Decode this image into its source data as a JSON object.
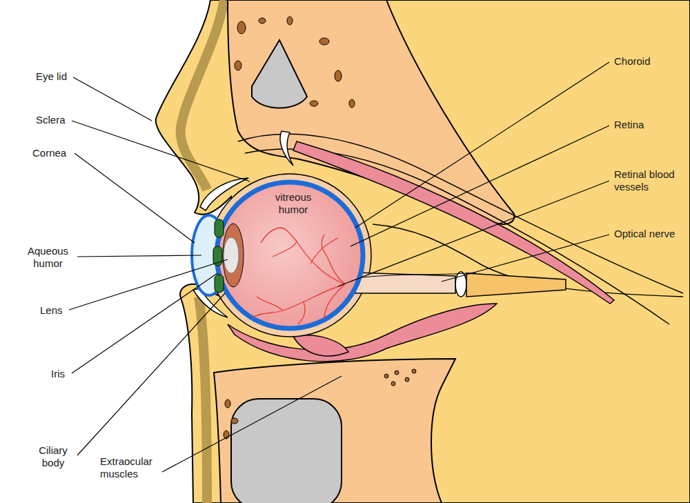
{
  "diagram": {
    "labels": [
      "Eye lid",
      "Sclera",
      "Cornea",
      "Aqueous humor",
      "Lens",
      "Iris",
      "Ciliary body",
      "Extraocular muscles",
      "vitreous humor",
      "Choroid",
      "Retina",
      "Retinal blood vessels",
      "Optical nerve"
    ]
  }
}
